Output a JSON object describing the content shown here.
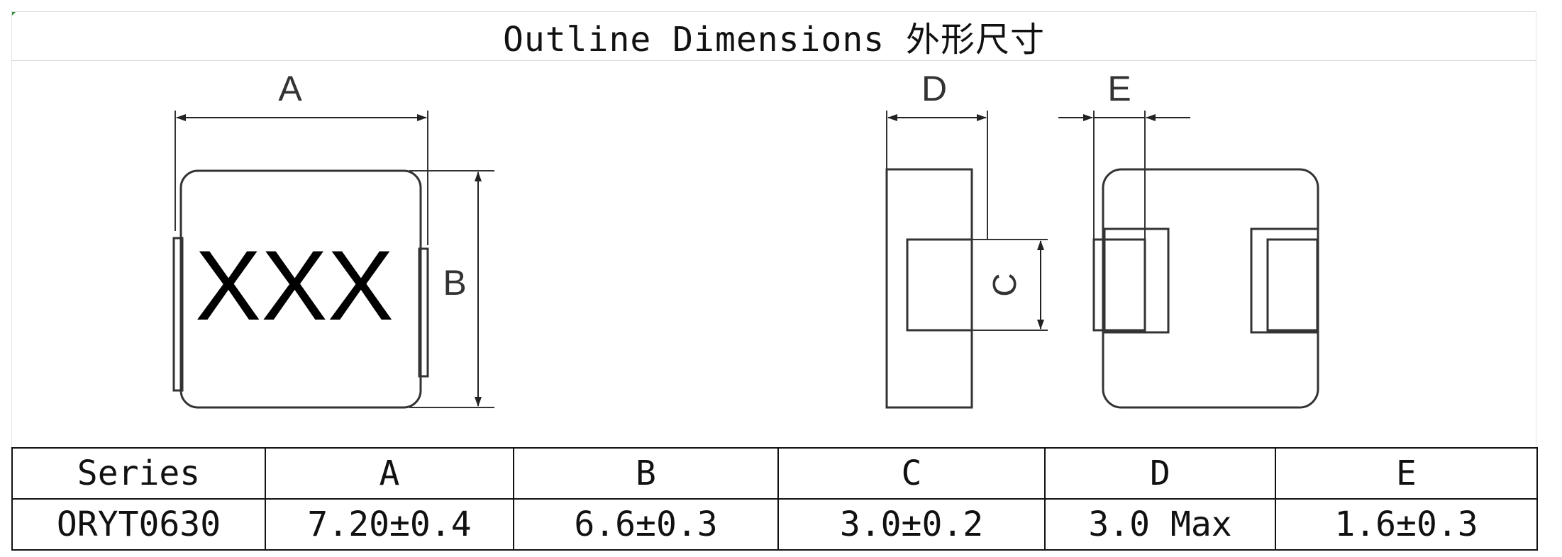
{
  "title": "Outline Dimensions 外形尺寸",
  "drawing": {
    "labels": {
      "a": "A",
      "b": "B",
      "c": "C",
      "d": "D",
      "e": "E",
      "marking": "XXX"
    }
  },
  "table": {
    "headers": [
      "Series",
      "A",
      "B",
      "C",
      "D",
      "E"
    ],
    "rows": [
      [
        "ORYT0630",
        "7.20±0.4",
        "6.6±0.3",
        "3.0±0.2",
        "3.0 Max",
        "1.6±0.3"
      ]
    ]
  }
}
